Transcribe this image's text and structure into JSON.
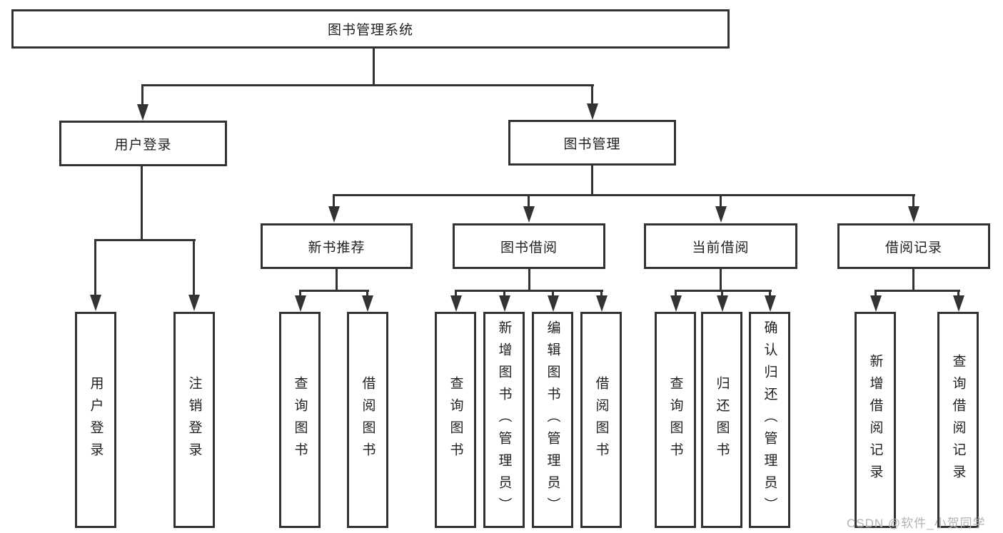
{
  "tree": {
    "root": {
      "label": "图书管理系统"
    },
    "branches": [
      {
        "label": "用户登录",
        "children": [
          {
            "label": "用户登录"
          },
          {
            "label": "注销登录"
          }
        ]
      },
      {
        "label": "图书管理",
        "groups": [
          {
            "label": "新书推荐",
            "children": [
              {
                "label": "查询图书"
              },
              {
                "label": "借阅图书"
              }
            ]
          },
          {
            "label": "图书借阅",
            "children": [
              {
                "label": "查询图书"
              },
              {
                "label": "新增图书（管理员）"
              },
              {
                "label": "编辑图书（管理员）"
              },
              {
                "label": "借阅图书"
              }
            ]
          },
          {
            "label": "当前借阅",
            "children": [
              {
                "label": "查询图书"
              },
              {
                "label": "归还图书"
              },
              {
                "label": "确认归还（管理员）"
              }
            ]
          },
          {
            "label": "借阅记录",
            "children": [
              {
                "label": "新增借阅记录"
              },
              {
                "label": "查询借阅记录"
              }
            ]
          }
        ]
      }
    ]
  },
  "watermark": "CSDN @软件_小贺同学",
  "colors": {
    "line": "#333333",
    "text": "#1f1f1f",
    "background": "#ffffff",
    "watermark": "#b3b3b3"
  }
}
